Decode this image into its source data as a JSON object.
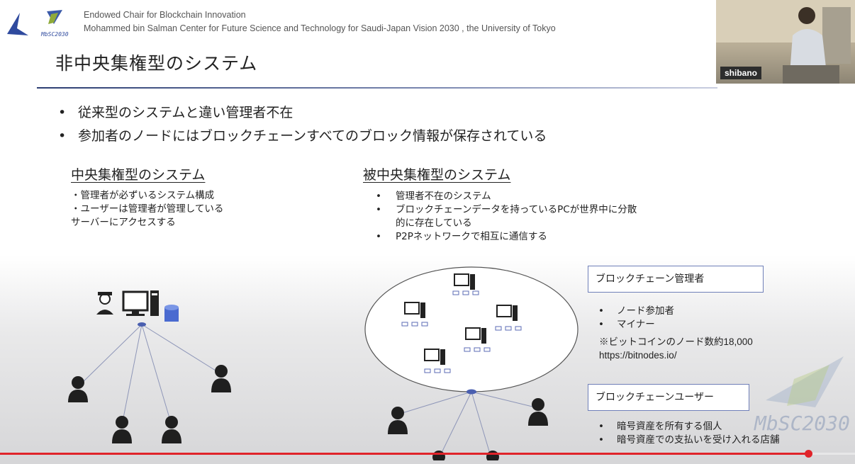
{
  "header": {
    "org_line1": "Endowed Chair for Blockchain Innovation",
    "org_line2": "Mohammed bin Salman Center for Future Science and Technology for Saudi-Japan Vision 2030 , the University of Tokyo",
    "logo_text": "MbSC2030"
  },
  "slide": {
    "title": "非中央集権型のシステム",
    "bullets": [
      "従来型のシステムと違い管理者不在",
      "参加者のノードにはブロックチェーンすべてのブロック情報が保存されている"
    ],
    "left": {
      "heading": "中央集権型のシステム",
      "lines": [
        "・管理者が必ずいるシステム構成",
        "・ユーザーは管理者が管理している",
        "サーバーにアクセスする"
      ]
    },
    "right": {
      "heading": "被中央集権型のシステム",
      "items": [
        "管理者不在のシステム",
        "ブロックチェーンデータを持っているPCが世界中に分散",
        "P2Pネットワークで相互に通信する"
      ],
      "item2_cont": "的に存在している"
    },
    "admin_box": {
      "title": "ブロックチェーン管理者",
      "items": [
        "ノード参加者",
        "マイナー"
      ],
      "note1": "※ビットコインのノード数約18,000",
      "note2": "https://bitnodes.io/"
    },
    "user_box": {
      "title": "ブロックチェーンユーザー",
      "items": [
        "暗号資産を所有する個人",
        "暗号資産での支払いを受け入れる店舗"
      ]
    },
    "watermark": "MbSC2030"
  },
  "webcam": {
    "name": "shibano"
  },
  "player": {
    "progress": 0.945
  },
  "colors": {
    "accent": "#2c3e72",
    "progress": "#e0242a",
    "network": "#4a5fb0"
  }
}
